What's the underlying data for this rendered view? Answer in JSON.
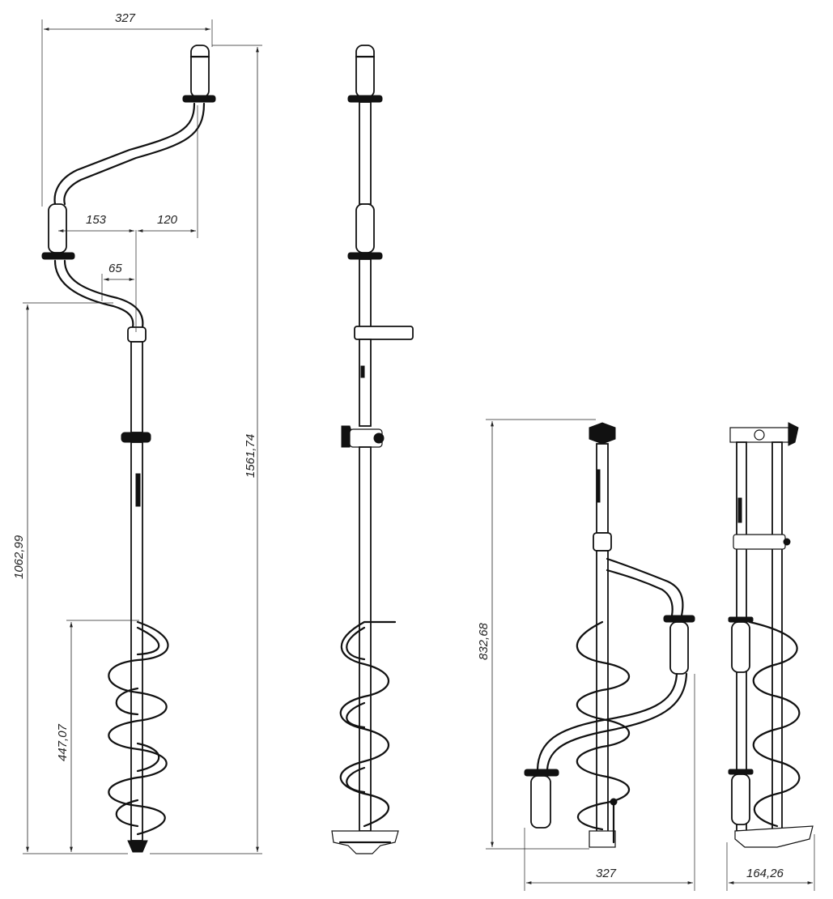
{
  "dimensions": {
    "side_total_width": "327",
    "side_offset_left": "153",
    "side_offset_right": "120",
    "side_offset_small": "65",
    "side_total_height": "1561,74",
    "side_lower_height": "1062,99",
    "side_auger_height": "447,07",
    "folded_height": "832,68",
    "folded_width": "327",
    "folded_depth": "164,26"
  },
  "colors": {
    "line": "#111111",
    "dimension": "#222222",
    "background": "#ffffff"
  }
}
